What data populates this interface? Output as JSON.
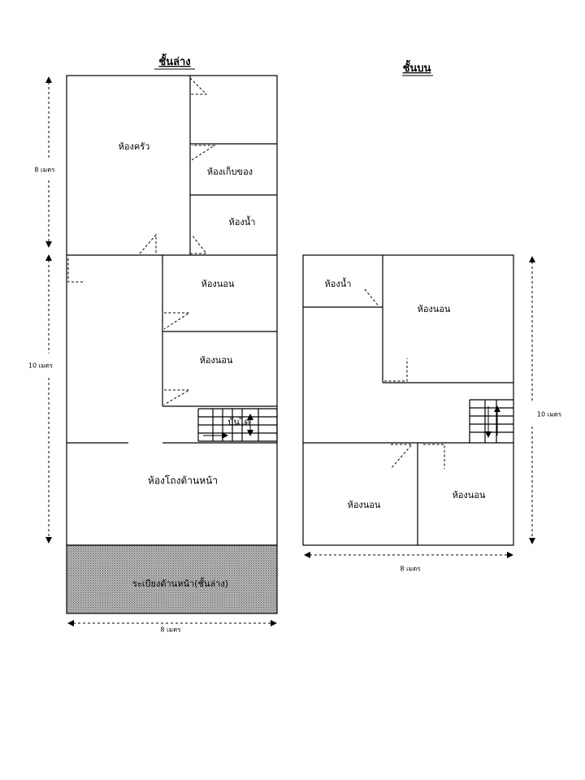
{
  "ground_floor": {
    "title": "ชั้นล่าง",
    "rooms": {
      "kitchen": "ห้องครัว",
      "storage": "ห้องเก็บของ",
      "bathroom": "ห้องน้ำ",
      "bedroom_1": "ห้องนอน",
      "bedroom_2": "ห้องนอน",
      "stairs": "บันได",
      "front_hall": "ห้องโถงด้านหน้า",
      "front_porch": "ระเบียงด้านหน้า(ชั้นล่าง)"
    },
    "dimensions": {
      "upper_height": "8 เมตร",
      "lower_height": "10 เมตร",
      "width": "8 เมตร"
    }
  },
  "upper_floor": {
    "title": "ชั้นบน",
    "rooms": {
      "bathroom": "ห้องน้ำ",
      "bedroom_big": "ห้องนอน",
      "bedroom_left": "ห้องนอน",
      "bedroom_right": "ห้องนอน"
    },
    "dimensions": {
      "height": "10 เมตร",
      "width": "8 เมตร"
    }
  }
}
